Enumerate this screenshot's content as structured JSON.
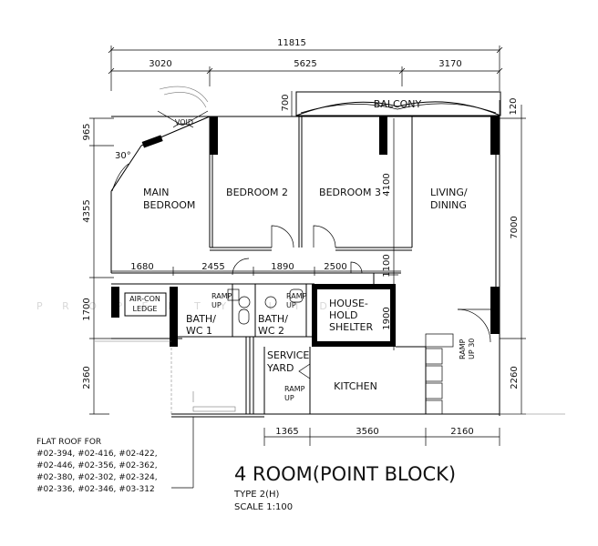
{
  "watermark": "P R O P E R T Y . L T D .",
  "dimensions": {
    "overall_width": "11815",
    "top_left": "3020",
    "top_middle": "5625",
    "top_right": "3170",
    "balcony_depth": "700",
    "balcony_right": "120",
    "left_upper": "965",
    "left_middle": "4355",
    "left_lower": "1700",
    "left_bottom": "2360",
    "right_upper": "7000",
    "right_lower": "2260",
    "bedroom_depth": "4100",
    "passage_depth": "1100",
    "shelter_depth": "1900",
    "row_1680": "1680",
    "row_2455": "2455",
    "row_1890": "1890",
    "row_2500": "2500",
    "bottom_1365": "1365",
    "bottom_3560": "3560",
    "bottom_2160": "2160",
    "angle": "30°"
  },
  "rooms": {
    "balcony": "BALCONY",
    "void": "VOID",
    "main_bedroom_line1": "MAIN",
    "main_bedroom_line2": "BEDROOM",
    "bedroom2": "BEDROOM 2",
    "bedroom3": "BEDROOM 3",
    "living_line1": "LIVING/",
    "living_line2": "DINING",
    "aircon_line1": "AIR-CON",
    "aircon_line2": "LEDGE",
    "bath1_line1": "BATH/",
    "bath1_line2": "WC 1",
    "bath2_line1": "BATH/",
    "bath2_line2": "WC 2",
    "shelter_line1": "HOUSE-",
    "shelter_line2": "HOLD",
    "shelter_line3": "SHELTER",
    "service_line1": "SERVICE",
    "service_line2": "YARD",
    "kitchen": "KITCHEN",
    "ramp_line1": "RAMP",
    "ramp_line2": "UP",
    "ramp30_line2": "UP 30"
  },
  "flat_roof_note": {
    "heading": "FLAT ROOF FOR",
    "lines": [
      "#02-394, #02-416, #02-422,",
      "#02-446, #02-356, #02-362,",
      "#02-380, #02-302, #02-324,",
      "#02-336, #02-346, #03-312"
    ]
  },
  "title_block": {
    "title": "4 ROOM(POINT BLOCK)",
    "type": "TYPE 2(H)",
    "scale": "SCALE 1:100"
  }
}
